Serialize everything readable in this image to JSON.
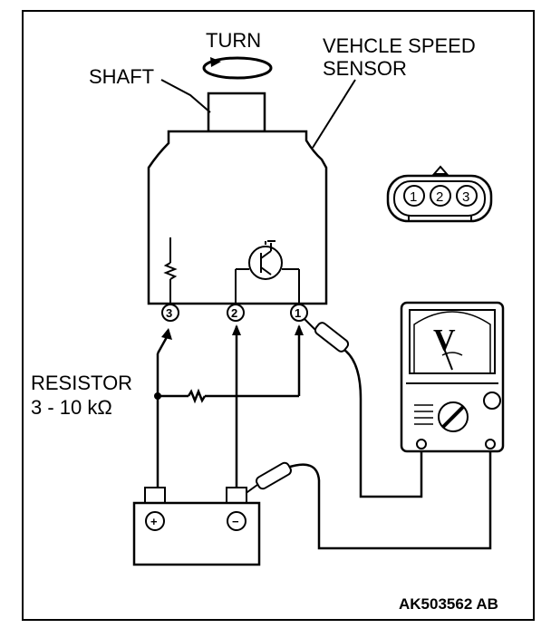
{
  "labels": {
    "turn": "TURN",
    "shaft": "SHAFT",
    "sensor_line1": "VEHCLE SPEED",
    "sensor_line2": "SENSOR",
    "resistor_line1": "RESISTOR",
    "resistor_line2": "3 - 10 kΩ",
    "code": "AK503562 AB"
  },
  "pins": {
    "p1": "1",
    "p2": "2",
    "p3": "3"
  },
  "connector_pins": [
    "1",
    "2",
    "3"
  ],
  "battery": {
    "plus": "+",
    "minus": "−"
  },
  "meter": {
    "unit": "V"
  },
  "colors": {
    "line": "#000000",
    "background": "#ffffff"
  }
}
